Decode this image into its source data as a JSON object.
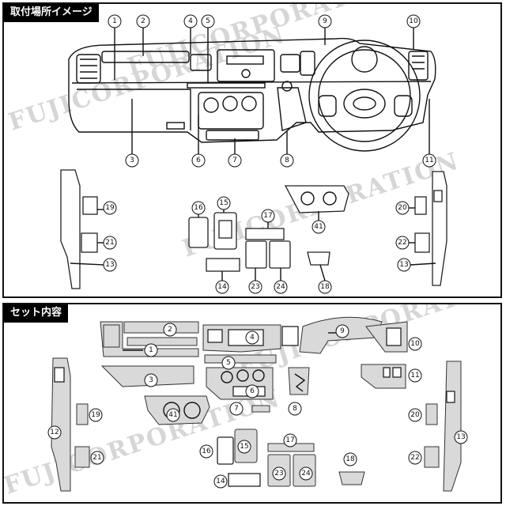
{
  "header_install": "取付場所イメージ",
  "header_set": "セット内容",
  "watermark": "FUJICORPORATION",
  "callouts_install": [
    "1",
    "2",
    "3",
    "4",
    "5",
    "6",
    "7",
    "8",
    "9",
    "10",
    "11",
    "13",
    "14",
    "15",
    "16",
    "17",
    "18",
    "19",
    "20",
    "21",
    "22",
    "23",
    "24",
    "41"
  ],
  "callouts_set": [
    "1",
    "2",
    "3",
    "4",
    "5",
    "6",
    "7",
    "8",
    "9",
    "10",
    "11",
    "12",
    "13",
    "14",
    "15",
    "16",
    "17",
    "18",
    "19",
    "20",
    "21",
    "22",
    "23",
    "24",
    "41"
  ]
}
